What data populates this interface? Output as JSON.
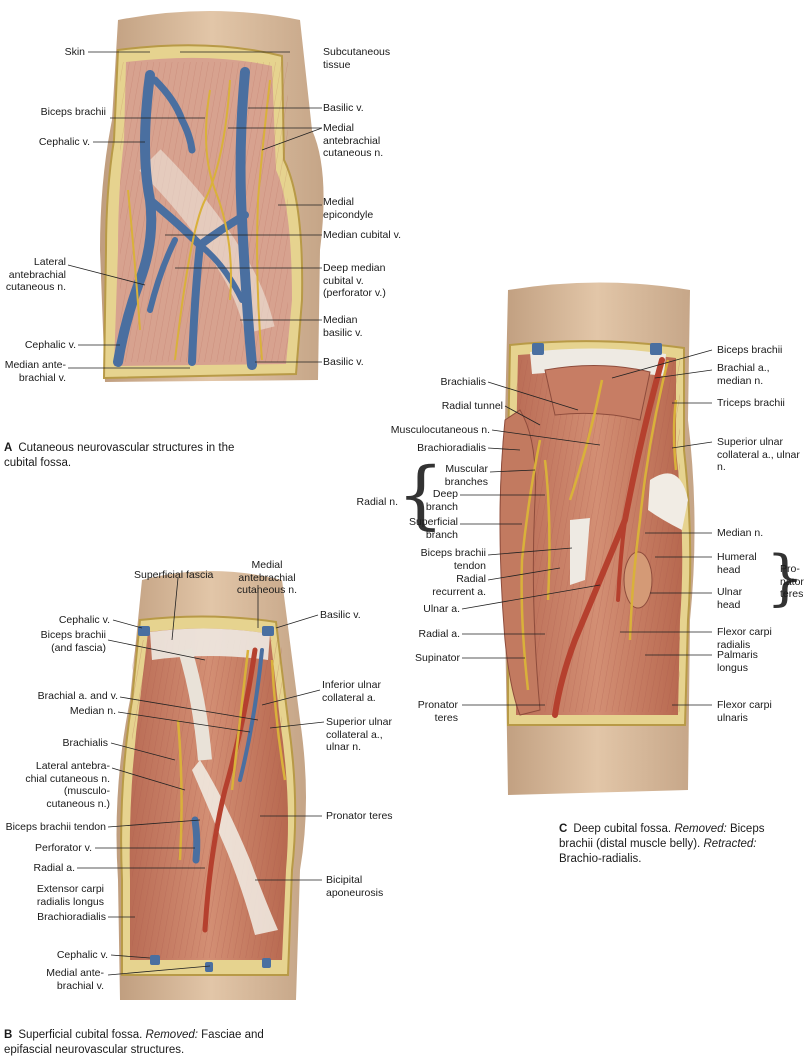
{
  "panel_a": {
    "caption_letter": "A",
    "caption_text": "Cutaneous neurovascular structures in the cubital fossa.",
    "labels": {
      "skin": "Skin",
      "subcutaneous_tissue": "Subcutaneous tissue",
      "biceps_brachii": "Biceps brachii",
      "cephalic_v_upper": "Cephalic v.",
      "basilic_v_upper": "Basilic v.",
      "medial_antebrachial_n": "Medial antebrachial cutaneous n.",
      "medial_epicondyle": "Medial epicondyle",
      "median_cubital_v": "Median cubital v.",
      "lateral_antebrachial_n": "Lateral antebrachial cutaneous n.",
      "deep_median_cubital_v": "Deep median cubital v. (perforator v.)",
      "median_basilic_v": "Median basilic v.",
      "cephalic_v_lower": "Cephalic v.",
      "median_antebrachial_v": "Median ante-brachial v.",
      "basilic_v_lower": "Basilic v."
    }
  },
  "panel_b": {
    "caption_letter": "B",
    "caption_text": "Superficial cubital fossa.",
    "caption_removed_label": "Removed:",
    "caption_removed_text": "Fasciae and epifascial neurovascular structures.",
    "labels": {
      "superficial_fascia": "Superficial fascia",
      "medial_antebrachial_n": "Medial antebrachial cutaneous n.",
      "cephalic_v_upper": "Cephalic v.",
      "basilic_v": "Basilic v.",
      "biceps_brachii_fascia": "Biceps brachii (and fascia)",
      "brachial_a_v": "Brachial a. and v.",
      "inferior_ulnar_collateral_a": "Inferior ulnar collateral a.",
      "median_n": "Median n.",
      "superior_ulnar_collateral": "Superior ulnar collateral a., ulnar n.",
      "brachialis": "Brachialis",
      "lateral_antebrachial_n": "Lateral antebra-chial cutaneous n. (musculo-cutaneous n.)",
      "pronator_teres": "Pronator teres",
      "biceps_tendon": "Biceps brachii tendon",
      "perforator_v": "Perforator v.",
      "radial_a": "Radial a.",
      "bicipital_aponeurosis": "Bicipital aponeurosis",
      "extensor_carpi": "Extensor carpi radialis longus",
      "brachioradialis": "Brachioradialis",
      "cephalic_v_lower": "Cephalic v.",
      "medial_antebrachial_v": "Medial ante-brachial v."
    }
  },
  "panel_c": {
    "caption_letter": "C",
    "caption_text": "Deep cubital fossa.",
    "caption_removed_label": "Removed:",
    "caption_removed_text": "Biceps brachii (distal muscle belly).",
    "caption_retracted_label": "Retracted:",
    "caption_retracted_text": "Brachio-radialis.",
    "labels": {
      "biceps_brachii": "Biceps brachii",
      "brachialis": "Brachialis",
      "brachial_a_median_n": "Brachial a., median n.",
      "radial_tunnel": "Radial tunnel",
      "triceps_brachii": "Triceps brachii",
      "musculocutaneous_n": "Musculocutaneous n.",
      "brachioradialis": "Brachioradialis",
      "superior_ulnar_collateral": "Superior ulnar collateral a., ulnar n.",
      "muscular_branches": "Muscular branches",
      "radial_n": "Radial n.",
      "deep_branch": "Deep branch",
      "superficial_branch": "Superficial branch",
      "median_n": "Median n.",
      "biceps_tendon": "Biceps brachii tendon",
      "humeral_head": "Humeral head",
      "pronator_teres_group": "Pro-nator teres",
      "radial_recurrent_a": "Radial recurrent a.",
      "ulnar_head": "Ulnar head",
      "ulnar_a": "Ulnar a.",
      "radial_a": "Radial a.",
      "flexor_carpi_radialis": "Flexor carpi radialis",
      "supinator": "Supinator",
      "palmaris_longus": "Palmaris longus",
      "pronator_teres": "Pronator teres",
      "flexor_carpi_ulnaris": "Flexor carpi ulnaris"
    }
  },
  "colors": {
    "skin": "#d9b99b",
    "muscle": "#c98268",
    "vein": "#4a6fa0",
    "artery": "#b5402e",
    "nerve": "#e0b93a",
    "fat": "#e8d79a"
  }
}
